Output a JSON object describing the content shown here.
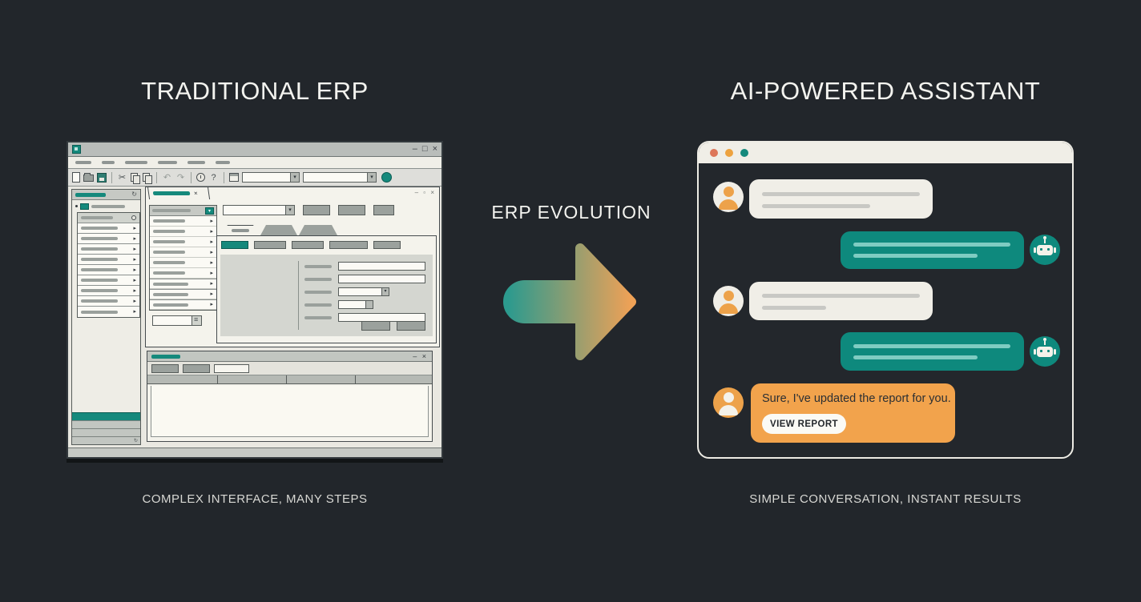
{
  "page": {
    "background": "#22262b"
  },
  "left": {
    "title": "TRADITIONAL ERP",
    "caption": "COMPLEX INTERFACE, MANY STEPS"
  },
  "center": {
    "label": "ERP EVOLUTION",
    "arrow": {
      "from_color": "#2c9a8e",
      "to_color": "#efa156"
    }
  },
  "right": {
    "title": "AI-POWERED ASSISTANT",
    "caption": "SIMPLE CONVERSATION, INSTANT RESULTS",
    "chat": {
      "assistant_message": "Sure, I've updated the report for you.",
      "action_button": "VIEW REPORT"
    }
  },
  "icons": {
    "minimize": "–",
    "maximize": "□",
    "close": "×",
    "restore_set": "– ▫ ×",
    "cut": "✂",
    "undo": "↶",
    "redo": "↷",
    "help": "?",
    "refresh": "↻",
    "row_arrow": "▸",
    "dropdown_arrow": "▾",
    "mini_close_set": "–  ×"
  },
  "colors": {
    "teal": "#0e897d",
    "teal_accent": "#15897c",
    "orange_bubble": "#f2a34c",
    "cream": "#f0eee7",
    "dot_coral": "#dd7659",
    "dot_orange": "#eda23f",
    "dot_teal": "#15897c",
    "window_gray": "#b9bdba"
  }
}
